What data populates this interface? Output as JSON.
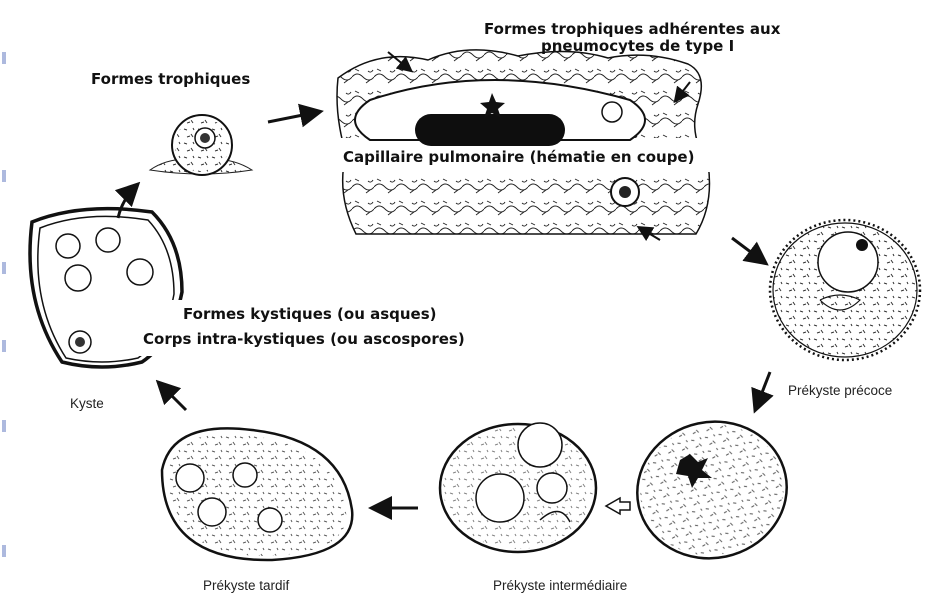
{
  "labels": {
    "trophic_forms": "Formes trophiques",
    "adherent_forms_line1": "Formes trophiques adhérentes aux",
    "adherent_forms_line2": "pneumocytes de type I",
    "capillary": "Capillaire pulmonaire (hématie en coupe)",
    "cystic_forms": "Formes kystiques (ou asques)",
    "intracystic_bodies": "Corps intra-kystiques (ou ascospores)",
    "cyst": "Kyste",
    "early_precyst": "Prékyste précoce",
    "intermediate_precyst": "Prékyste intermédiaire",
    "late_precyst": "Prékyste tardif"
  },
  "colors": {
    "ink": "#111111",
    "edge_marks": "#8a9bd0"
  }
}
